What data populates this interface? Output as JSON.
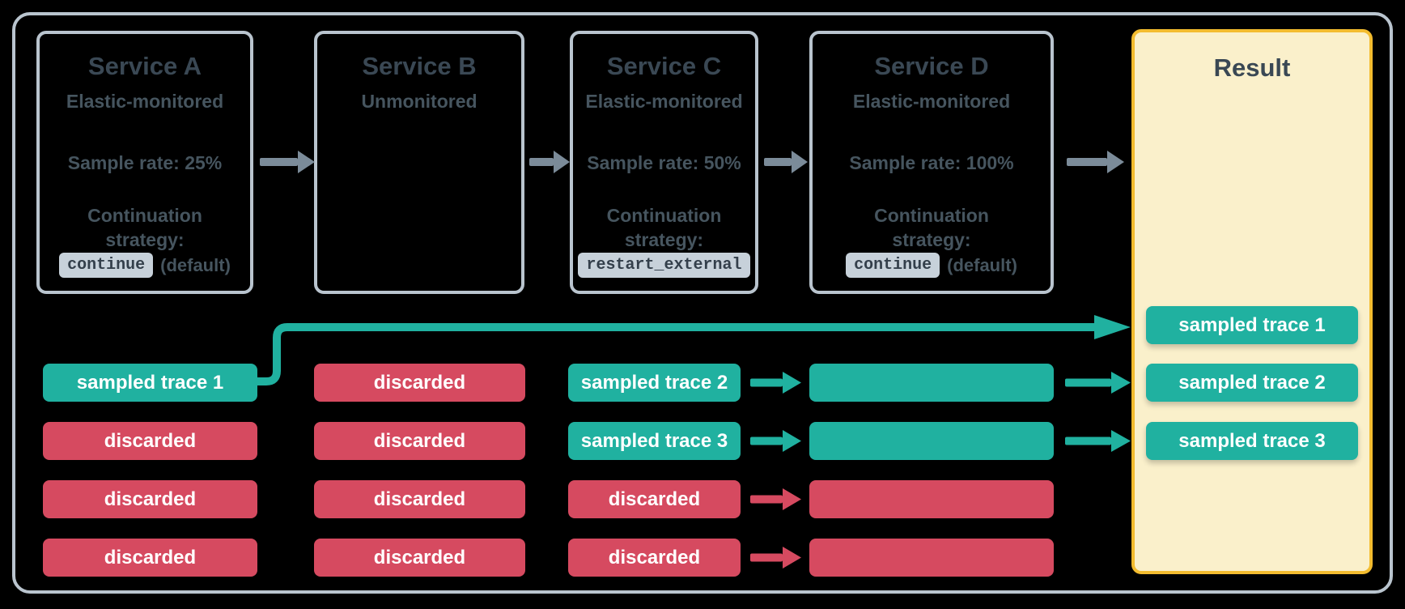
{
  "colors": {
    "background": "#000000",
    "border_gray": "#b9c4ce",
    "arrow_gray": "#7b8b99",
    "slate_title": "#3a4854",
    "slate_body": "#46555f",
    "teal": "#20b1a0",
    "red": "#d64a60",
    "cream": "#faf0cb",
    "gold": "#f3bc2f",
    "chip_bg": "#c7d1da",
    "chip_text": "#333f4b",
    "pill_text": "#ffffff"
  },
  "services": [
    {
      "title": "Service A",
      "monitoring": "Elastic-monitored",
      "sample_rate": "Sample rate: 25%",
      "continuation_line1": "Continuation",
      "continuation_line2": "strategy:",
      "strategy_code": "continue",
      "strategy_suffix": "(default)"
    },
    {
      "title": "Service B",
      "monitoring": "Unmonitored"
    },
    {
      "title": "Service C",
      "monitoring": "Elastic-monitored",
      "sample_rate": "Sample rate: 50%",
      "continuation_line1": "Continuation",
      "continuation_line2": "strategy:",
      "strategy_code": "restart_external"
    },
    {
      "title": "Service D",
      "monitoring": "Elastic-monitored",
      "sample_rate": "Sample rate: 100%",
      "continuation_line1": "Continuation",
      "continuation_line2": "strategy:",
      "strategy_code": "continue",
      "strategy_suffix": "(default)"
    }
  ],
  "result": {
    "title": "Result"
  },
  "pills": {
    "service_a": [
      {
        "label": "sampled trace 1",
        "type": "sampled"
      },
      {
        "label": "discarded",
        "type": "discarded"
      },
      {
        "label": "discarded",
        "type": "discarded"
      },
      {
        "label": "discarded",
        "type": "discarded"
      }
    ],
    "service_b": [
      {
        "label": "discarded",
        "type": "discarded"
      },
      {
        "label": "discarded",
        "type": "discarded"
      },
      {
        "label": "discarded",
        "type": "discarded"
      },
      {
        "label": "discarded",
        "type": "discarded"
      }
    ],
    "service_c": [
      {
        "label": "sampled trace 2",
        "type": "sampled"
      },
      {
        "label": "sampled trace 3",
        "type": "sampled"
      },
      {
        "label": "discarded",
        "type": "discarded"
      },
      {
        "label": "discarded",
        "type": "discarded"
      }
    ],
    "service_d": [
      {
        "label": "",
        "type": "sampled"
      },
      {
        "label": "",
        "type": "sampled"
      },
      {
        "label": "",
        "type": "discarded"
      },
      {
        "label": "",
        "type": "discarded"
      }
    ],
    "result": [
      {
        "label": "sampled trace 1",
        "type": "sampled"
      },
      {
        "label": "sampled trace 2",
        "type": "sampled"
      },
      {
        "label": "sampled trace 3",
        "type": "sampled"
      }
    ]
  }
}
